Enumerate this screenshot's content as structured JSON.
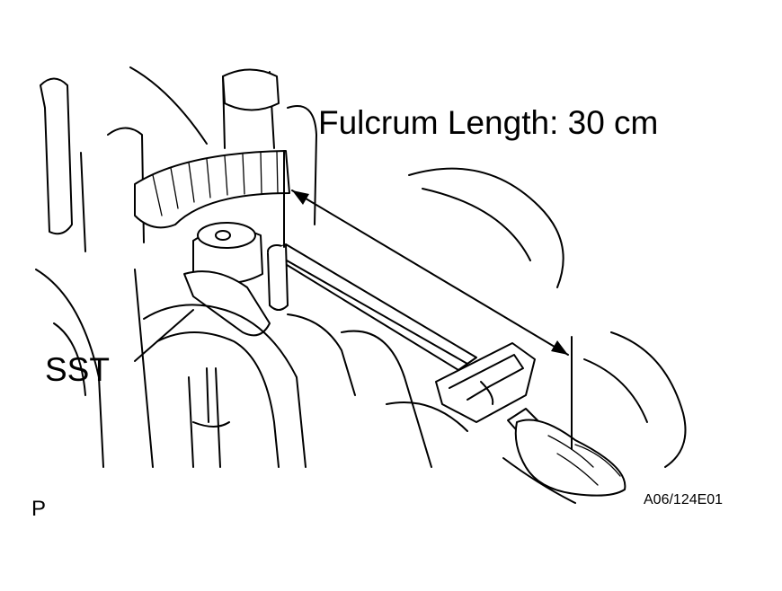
{
  "labels": {
    "fulcrum": "Fulcrum Length: 30 cm",
    "sst": "SST",
    "view": "P",
    "code": "A06/124E01"
  },
  "colors": {
    "line": "#000000",
    "background": "#ffffff"
  }
}
